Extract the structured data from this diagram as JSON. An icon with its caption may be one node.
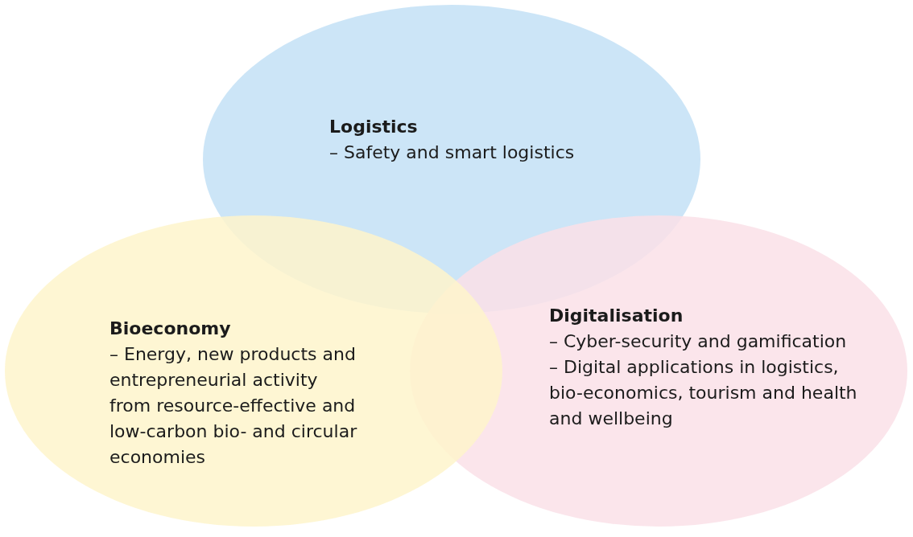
{
  "diagram": {
    "nodes": [
      {
        "text": [
          "Logistics",
          "– Safety and smart logistics"
        ]
      },
      {
        "text": [
          "Bioeconomy",
          "– Energy, new products and entrepreneurial activity from resource-effective and low-carbon bio- and circular economies"
        ]
      },
      {
        "text": [
          "Digitalisation",
          "– Cyber-security and gamification",
          "– Digital applications in logistics, bio-economics, tourism and health and wellbeing"
        ]
      }
    ]
  }
}
